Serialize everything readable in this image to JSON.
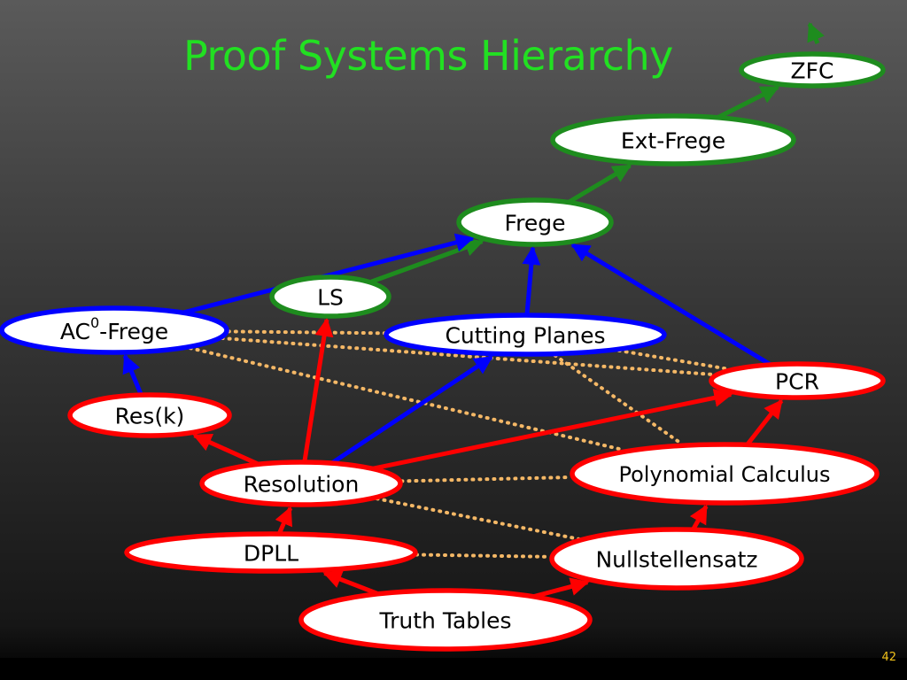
{
  "slide": {
    "title": "Proof Systems Hierarchy",
    "page_number": "42"
  },
  "colors": {
    "title": "#22e022",
    "green": "#1e8c1e",
    "blue": "#0000ff",
    "red": "#ff0000",
    "dotted": "#f5b866",
    "page_number": "#f2c21a"
  },
  "nodes": [
    {
      "id": "zfc",
      "label": "ZFC",
      "color": "green"
    },
    {
      "id": "ext-frege",
      "label": "Ext-Frege",
      "color": "green"
    },
    {
      "id": "frege",
      "label": "Frege",
      "color": "green"
    },
    {
      "id": "ls",
      "label": "LS",
      "color": "green"
    },
    {
      "id": "ac0-frege",
      "label": "AC",
      "label_sup": "0",
      "label_suffix": "-Frege",
      "color": "blue"
    },
    {
      "id": "cutting-planes",
      "label": "Cutting Planes",
      "color": "blue"
    },
    {
      "id": "pcr",
      "label": "PCR",
      "color": "red"
    },
    {
      "id": "res-k",
      "label": "Res(k)",
      "color": "red"
    },
    {
      "id": "polynomial-calculus",
      "label": "Polynomial Calculus",
      "color": "red"
    },
    {
      "id": "resolution",
      "label": "Resolution",
      "color": "red"
    },
    {
      "id": "dpll",
      "label": "DPLL",
      "color": "red"
    },
    {
      "id": "nullstellensatz",
      "label": "Nullstellensatz",
      "color": "red"
    },
    {
      "id": "truth-tables",
      "label": "Truth Tables",
      "color": "red"
    }
  ],
  "edges": [
    {
      "from": "ext-frege",
      "to": "zfc",
      "color": "green"
    },
    {
      "from": "frege",
      "to": "ext-frege",
      "color": "green"
    },
    {
      "from": "ls",
      "to": "frege",
      "color": "green"
    },
    {
      "from": "ac0-frege",
      "to": "frege",
      "color": "blue"
    },
    {
      "from": "cutting-planes",
      "to": "frege",
      "color": "blue"
    },
    {
      "from": "pcr",
      "to": "frege",
      "color": "blue"
    },
    {
      "from": "res-k",
      "to": "ac0-frege",
      "color": "blue"
    },
    {
      "from": "resolution",
      "to": "cutting-planes",
      "color": "blue"
    },
    {
      "from": "resolution",
      "to": "ls",
      "color": "red"
    },
    {
      "from": "resolution",
      "to": "res-k",
      "color": "red"
    },
    {
      "from": "resolution",
      "to": "pcr",
      "color": "red"
    },
    {
      "from": "polynomial-calculus",
      "to": "pcr",
      "color": "red"
    },
    {
      "from": "nullstellensatz",
      "to": "polynomial-calculus",
      "color": "red"
    },
    {
      "from": "dpll",
      "to": "resolution",
      "color": "red"
    },
    {
      "from": "truth-tables",
      "to": "dpll",
      "color": "red"
    },
    {
      "from": "truth-tables",
      "to": "nullstellensatz",
      "color": "red"
    }
  ],
  "incomparable_links": [
    {
      "from": "ac0-frege",
      "to": "cutting-planes"
    },
    {
      "from": "ac0-frege",
      "to": "pcr"
    },
    {
      "from": "ac0-frege",
      "to": "polynomial-calculus"
    },
    {
      "from": "cutting-planes",
      "to": "pcr"
    },
    {
      "from": "cutting-planes",
      "to": "polynomial-calculus"
    },
    {
      "from": "resolution",
      "to": "polynomial-calculus"
    },
    {
      "from": "resolution",
      "to": "nullstellensatz"
    },
    {
      "from": "dpll",
      "to": "nullstellensatz"
    }
  ],
  "continuation_arrow": {
    "from": "zfc",
    "color": "green"
  }
}
